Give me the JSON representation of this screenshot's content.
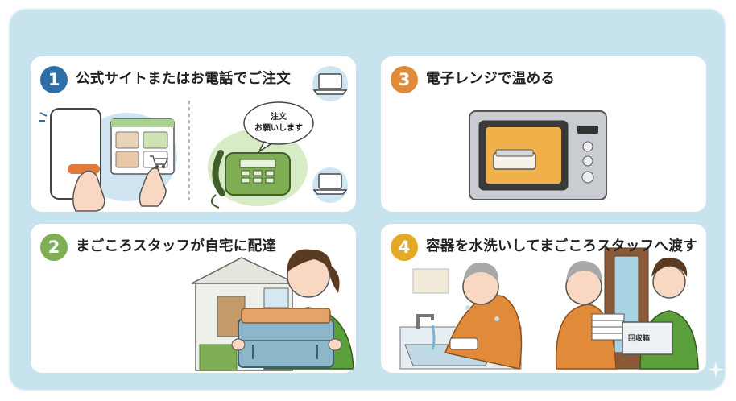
{
  "steps": [
    {
      "number": "1",
      "title": "公式サイトまたはお電話でご注文",
      "color": "#2f6fa8"
    },
    {
      "number": "2",
      "title": "まごころスタッフが自宅に配達",
      "color": "#7fae55"
    },
    {
      "number": "3",
      "title": "電子レンジで温める",
      "color": "#e08a3a"
    },
    {
      "number": "4",
      "title": "容器を水洗いしてまごころスタッフへ渡す",
      "color": "#e3aa26"
    }
  ],
  "speech_bubble": {
    "line1": "注文",
    "line2": "お願いします"
  },
  "recycle_box_label": "回収箱",
  "icons": [
    "laptop-icon",
    "smartphone-icon",
    "telephone-icon",
    "cart-icon",
    "microwave-icon",
    "sparkle-icon"
  ]
}
